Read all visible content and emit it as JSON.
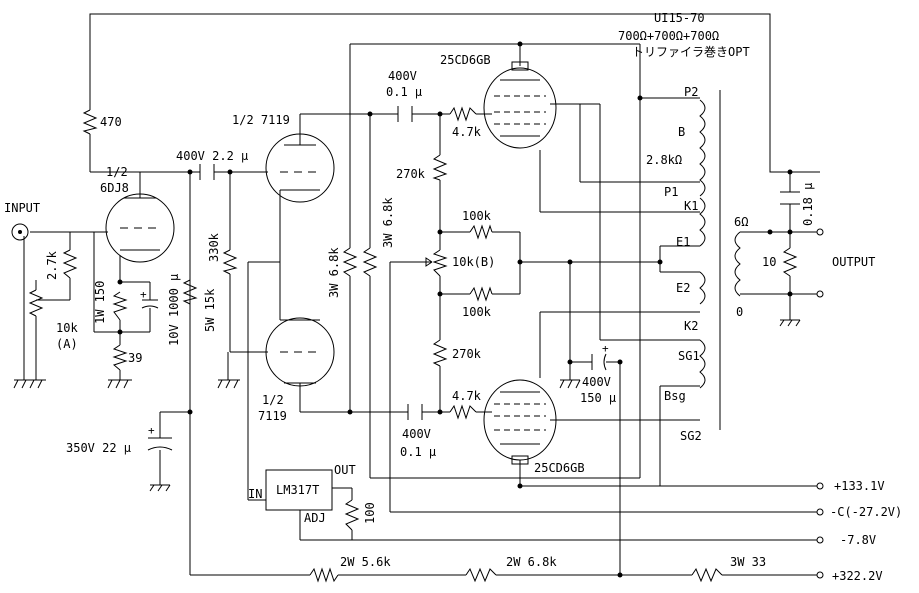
{
  "transformer": {
    "model": "UI15-70",
    "impedance": "700Ω+700Ω+700Ω",
    "type": "トリファイラ巻きOPT",
    "taps": {
      "P2": "P2",
      "B": "B",
      "B_res": "2.8kΩ",
      "P1": "P1",
      "K1": "K1",
      "E1": "E1",
      "E2": "E2",
      "K2": "K2",
      "SG1": "SG1",
      "Bsg": "Bsg",
      "SG2": "SG2"
    },
    "secondary": {
      "ohm6": "6Ω",
      "zero": "0"
    }
  },
  "tubes": {
    "v1": {
      "unit": "1/2",
      "type": "6DJ8"
    },
    "v2a": {
      "label": "1/2 7119"
    },
    "v2b": {
      "unit": "1/2",
      "type": "7119"
    },
    "p_top": "25CD6GB",
    "p_bot": "25CD6GB"
  },
  "components": {
    "r470": "470",
    "r2_7k": "2.7k",
    "vr10k": "10k",
    "vr10k_sub": "(A)",
    "r150": "1W 150",
    "r39": "39",
    "c_elec": "10V 1000 μ",
    "c_2_2u": "400V 2.2 μ",
    "r330k": "330k",
    "r15k": "5W 15k",
    "c350": "350V 22 μ",
    "r6_8k_a": "3W 6.8k",
    "r6_8k_b": "3W 6.8k",
    "c_top_v": "400V",
    "c_top_u": "0.1 μ",
    "r4_7k_top": "4.7k",
    "r270k_top": "270k",
    "r100k_top": "100k",
    "vr10kb": "10k(B)",
    "r100k_bot": "100k",
    "r270k_bot": "270k",
    "r4_7k_bot": "4.7k",
    "c_bot_v": "400V",
    "c_bot_u": "0.1 μ",
    "c_150_v": "400V",
    "c_150_u": "150 μ",
    "lm317": "LM317T",
    "lm_in": "IN",
    "lm_out": "OUT",
    "lm_adj": "ADJ",
    "r100": "100",
    "r5_6k": "2W 5.6k",
    "r6_8k_c": "2W 6.8k",
    "r33": "3W 33",
    "c018": "0.18 μ",
    "r10": "10"
  },
  "labels": {
    "input": "INPUT",
    "output": "OUTPUT",
    "v133": "+133.1V",
    "vneg": "-C(-27.2V)",
    "v78": "-7.8V",
    "v322": "+322.2V"
  }
}
